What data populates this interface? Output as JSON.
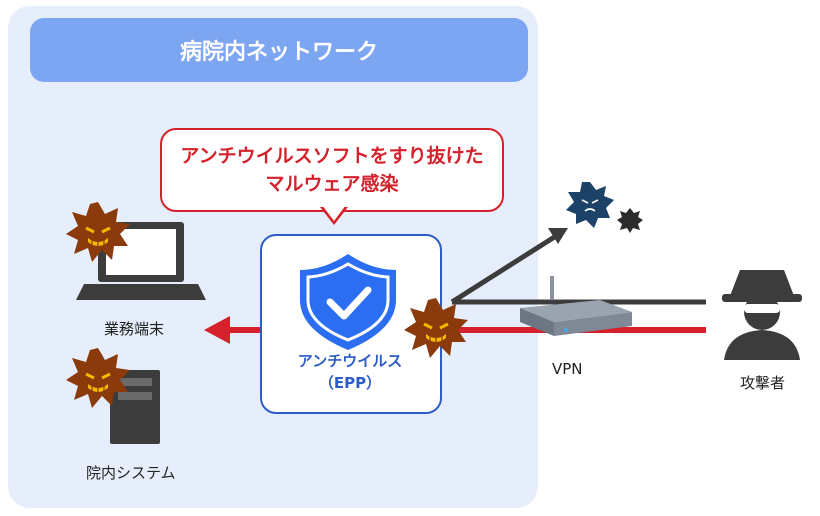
{
  "network": {
    "title": "病院内ネットワーク"
  },
  "callout": {
    "line1": "アンチウイルスソフトをすり抜けた",
    "line2": "マルウェア感染"
  },
  "epp": {
    "line1": "アンチウイルス",
    "line2": "（EPP）"
  },
  "nodes": {
    "terminal_label": "業務端末",
    "system_label": "院内システム",
    "vpn_label": "VPN",
    "attacker_label": "攻撃者"
  },
  "colors": {
    "zone_bg": "#e6eefb",
    "title_bar": "#7da6f2",
    "alert_red": "#d5212b",
    "epp_blue": "#2c5cc5",
    "malware_brown": "#8b3a0c",
    "dark_gray": "#3c3c3c"
  },
  "icons": [
    "laptop-icon",
    "server-tower-icon",
    "shield-check-icon",
    "malware-icon",
    "virus-icon",
    "router-icon",
    "hacker-icon"
  ]
}
